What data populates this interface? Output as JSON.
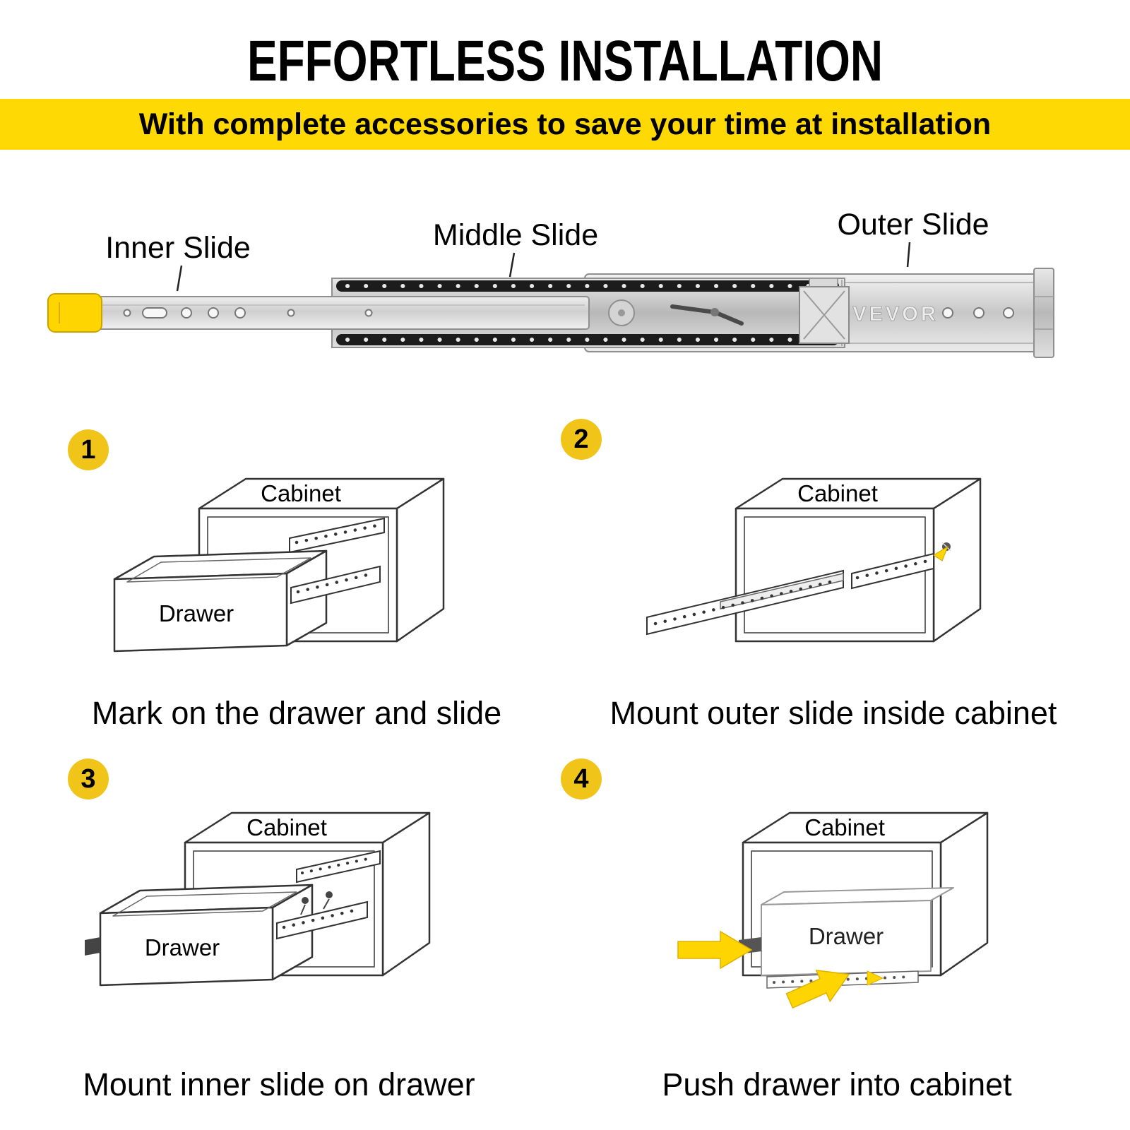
{
  "header": {
    "title": "EFFORTLESS INSTALLATION",
    "banner": "With complete accessories to save your time at installation"
  },
  "hero": {
    "labels": {
      "inner": "Inner Slide",
      "middle": "Middle Slide",
      "outer": "Outer Slide"
    },
    "brand": "VEVOR"
  },
  "steps": [
    {
      "number": "1",
      "caption": "Mark on the drawer and slide",
      "cabinet_label": "Cabinet",
      "drawer_label": "Drawer"
    },
    {
      "number": "2",
      "caption": "Mount outer slide inside cabinet",
      "cabinet_label": "Cabinet"
    },
    {
      "number": "3",
      "caption": "Mount inner slide on drawer",
      "cabinet_label": "Cabinet",
      "drawer_label": "Drawer"
    },
    {
      "number": "4",
      "caption": "Push drawer into cabinet",
      "cabinet_label": "Cabinet",
      "drawer_label": "Drawer"
    }
  ],
  "colors": {
    "banner_yellow": "#FFD903",
    "badge_yellow": "#F0C419",
    "tab_yellow": "#FFD500",
    "text_black": "#000000"
  }
}
